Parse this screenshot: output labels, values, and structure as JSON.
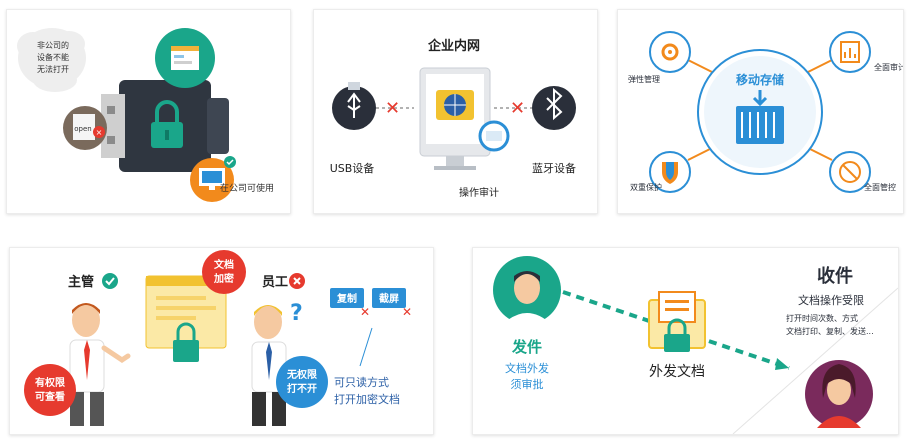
{
  "usb_panel": {
    "bubble_text": [
      "非公司的",
      "设备不能",
      "无法打开"
    ],
    "file_label": "open",
    "company_use_label": "在公司可使用"
  },
  "network_panel": {
    "title": "企业内网",
    "usb_label": "USB设备",
    "bluetooth_label": "蓝牙设备",
    "audit_label": "操作审计"
  },
  "storage_panel": {
    "center_label": "移动存储",
    "features": [
      "弹性管理",
      "全面审计",
      "双重保护",
      "全面管控"
    ]
  },
  "permission_panel": {
    "manager_label": "主管",
    "employee_label": "员工",
    "badge_label": [
      "文档",
      "加密"
    ],
    "manager_access": [
      "有权限",
      "可查看"
    ],
    "employee_access": [
      "无权限",
      "打不开"
    ],
    "copy_label": "复制",
    "screenshot_label": "截屏",
    "note": [
      "可只读方式",
      "打开加密文档"
    ]
  },
  "transfer_panel": {
    "sender_title": "发件",
    "sender_desc": [
      "文档外发",
      "须审批"
    ],
    "doc_label": "外发文档",
    "receiver_title": "收件",
    "receiver_subtitle": "文档操作受限",
    "receiver_details": [
      "打开时间次数、方式",
      "文档打印、复制、发送..."
    ]
  },
  "colors": {
    "teal": "#1aa68a",
    "red": "#e63a2e",
    "orange": "#f28a1c",
    "blue": "#2b8fd6",
    "dark": "#2a2f3a"
  }
}
